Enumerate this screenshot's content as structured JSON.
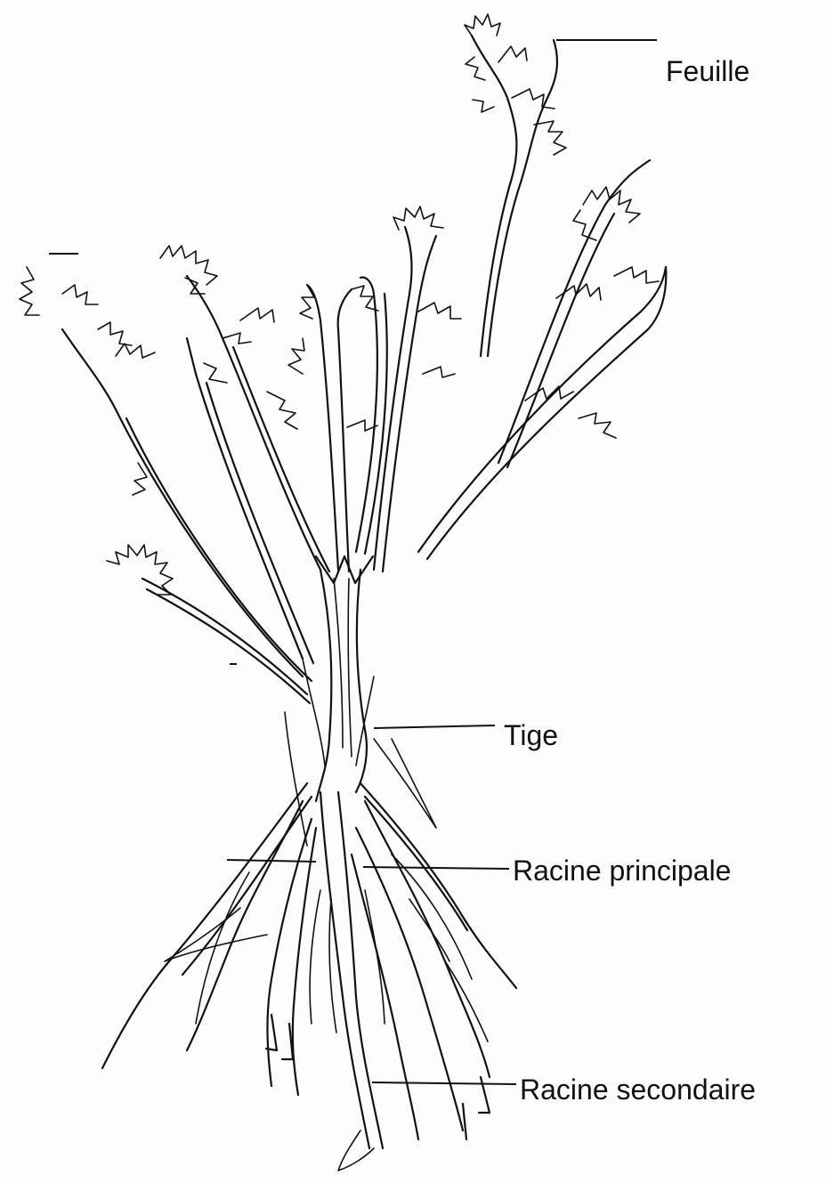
{
  "labels": {
    "leaf": "Feuille",
    "stem": "Tige",
    "main_root": "Racine principale",
    "secondary_root": "Racine secondaire"
  },
  "colors": {
    "ink": "#111111",
    "paper": "#fdfdfd"
  }
}
